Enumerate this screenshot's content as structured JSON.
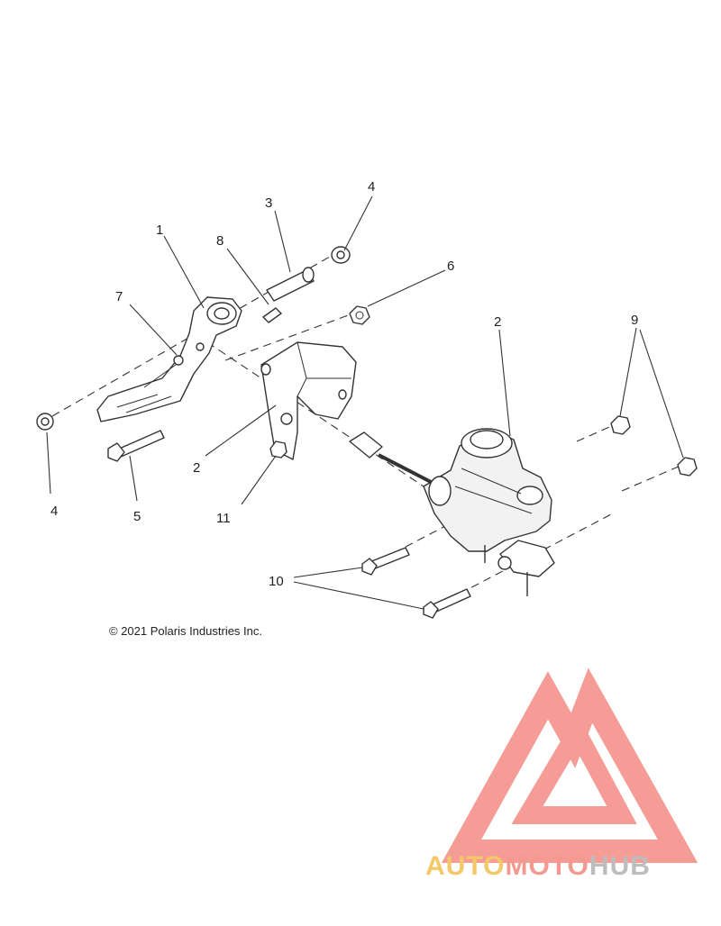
{
  "callouts": {
    "c1": "1",
    "c2a": "2",
    "c2b": "2",
    "c3": "3",
    "c4a": "4",
    "c4b": "4",
    "c5": "5",
    "c6": "6",
    "c7": "7",
    "c8": "8",
    "c9": "9",
    "c10": "10",
    "c11": "11"
  },
  "copyright": "© 2021 Polaris Industries Inc.",
  "watermark": {
    "part1": "AUTO",
    "part2": "MOTO",
    "part3": "HUB",
    "color_auto": "#f2c86a",
    "color_moto": "#f29a8f",
    "color_hub": "#bdbdbd",
    "logo_color": "#f3928a"
  }
}
